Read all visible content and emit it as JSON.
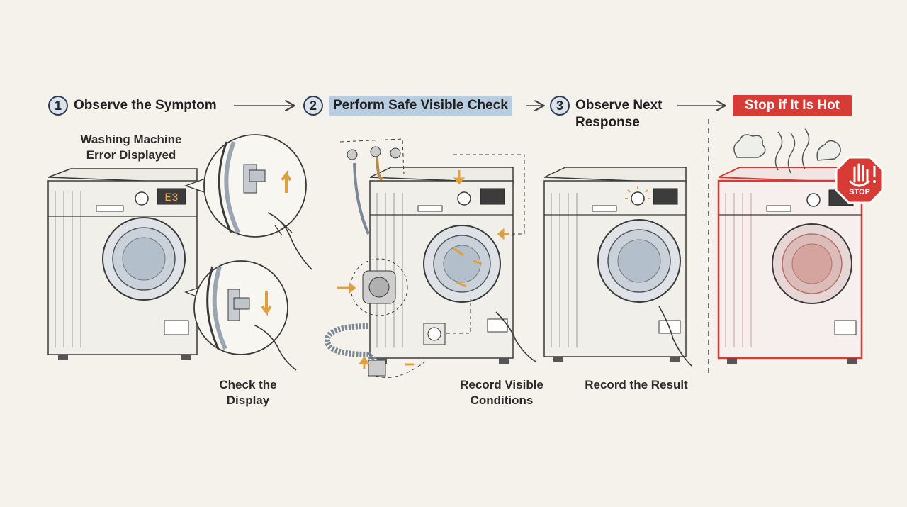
{
  "steps": [
    {
      "number": "1",
      "title": "Observe the Symptom"
    },
    {
      "number": "2",
      "title": "Perform Safe Visible Check"
    },
    {
      "number": "3",
      "title": "Observe Next Response"
    }
  ],
  "stop_step": {
    "title": "Stop if It Is Hot",
    "sign_text": "STOP"
  },
  "captions": {
    "error_displayed_line1": "Washing Machine",
    "error_displayed_line2": "Error Displayed",
    "check_display_line1": "Check the",
    "check_display_line2": "Display",
    "record_visible_line1": "Record Visible",
    "record_visible_line2": "Conditions",
    "record_result": "Record the Result"
  },
  "display_code": "E3",
  "colors": {
    "background": "#f4f2ea",
    "step_circle": "#dce3ea",
    "highlight_box": "#b8cee0",
    "stop_red": "#d63c35",
    "arrow_orange": "#e0a040",
    "machine_outline": "#3a3a3a"
  }
}
